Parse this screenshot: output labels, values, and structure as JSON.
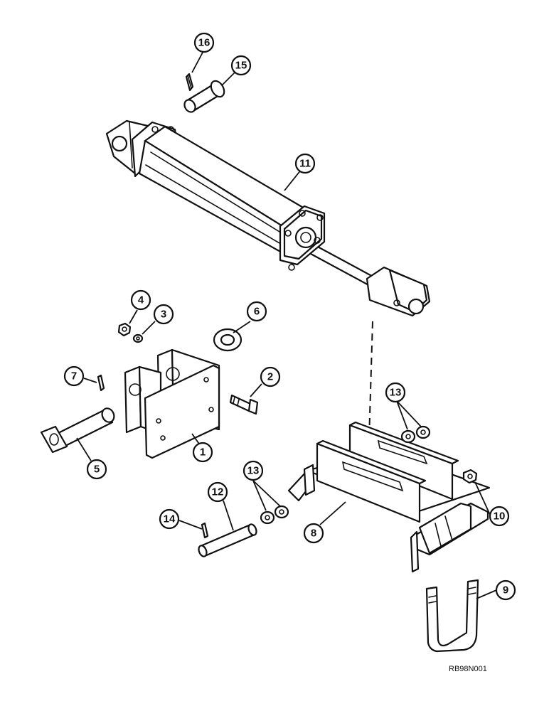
{
  "figure": {
    "reference_code": "RB98N001"
  },
  "callouts": [
    {
      "id": "1",
      "label": "1"
    },
    {
      "id": "2",
      "label": "2"
    },
    {
      "id": "3",
      "label": "3"
    },
    {
      "id": "4",
      "label": "4"
    },
    {
      "id": "5",
      "label": "5"
    },
    {
      "id": "6",
      "label": "6"
    },
    {
      "id": "7",
      "label": "7"
    },
    {
      "id": "8",
      "label": "8"
    },
    {
      "id": "9",
      "label": "9"
    },
    {
      "id": "10",
      "label": "10"
    },
    {
      "id": "11",
      "label": "11"
    },
    {
      "id": "12",
      "label": "12"
    },
    {
      "id": "13a",
      "label": "13"
    },
    {
      "id": "13b",
      "label": "13"
    },
    {
      "id": "14",
      "label": "14"
    },
    {
      "id": "15",
      "label": "15"
    },
    {
      "id": "16",
      "label": "16"
    }
  ]
}
